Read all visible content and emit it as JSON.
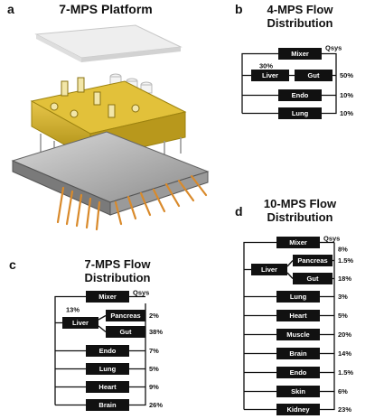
{
  "panel_a": {
    "label": "a",
    "title": "7-MPS Platform"
  },
  "panel_b": {
    "label": "b",
    "title_line1": "4-MPS Flow",
    "title_line2": "Distribution",
    "qsys": "Qsys",
    "mixer": "Mixer",
    "liver": "Liver",
    "liver_pct": "30%",
    "organs": [
      {
        "name": "Gut",
        "pct": "50%"
      },
      {
        "name": "Endo",
        "pct": "10%"
      },
      {
        "name": "Lung",
        "pct": "10%"
      }
    ]
  },
  "panel_c": {
    "label": "c",
    "title_line1": "7-MPS Flow",
    "title_line2": "Distribution",
    "qsys": "Qsys",
    "mixer": "Mixer",
    "liver": "Liver",
    "liver_pct": "13%",
    "organs": [
      {
        "name": "Pancreas",
        "pct": "2%"
      },
      {
        "name": "Gut",
        "pct": "38%"
      },
      {
        "name": "Endo",
        "pct": "7%"
      },
      {
        "name": "Lung",
        "pct": "5%"
      },
      {
        "name": "Heart",
        "pct": "9%"
      },
      {
        "name": "Brain",
        "pct": "26%"
      }
    ]
  },
  "panel_d": {
    "label": "d",
    "title_line1": "10-MPS Flow",
    "title_line2": "Distribution",
    "qsys": "Qsys",
    "mixer": "Mixer",
    "liver": "Liver",
    "liver_pct": "8%",
    "organs": [
      {
        "name": "Pancreas",
        "pct": "1.5%"
      },
      {
        "name": "Gut",
        "pct": "18%"
      },
      {
        "name": "Lung",
        "pct": "3%"
      },
      {
        "name": "Heart",
        "pct": "5%"
      },
      {
        "name": "Muscle",
        "pct": "20%"
      },
      {
        "name": "Brain",
        "pct": "14%"
      },
      {
        "name": "Endo",
        "pct": "1.5%"
      },
      {
        "name": "Skin",
        "pct": "6%"
      },
      {
        "name": "Kidney",
        "pct": "23%"
      }
    ]
  }
}
